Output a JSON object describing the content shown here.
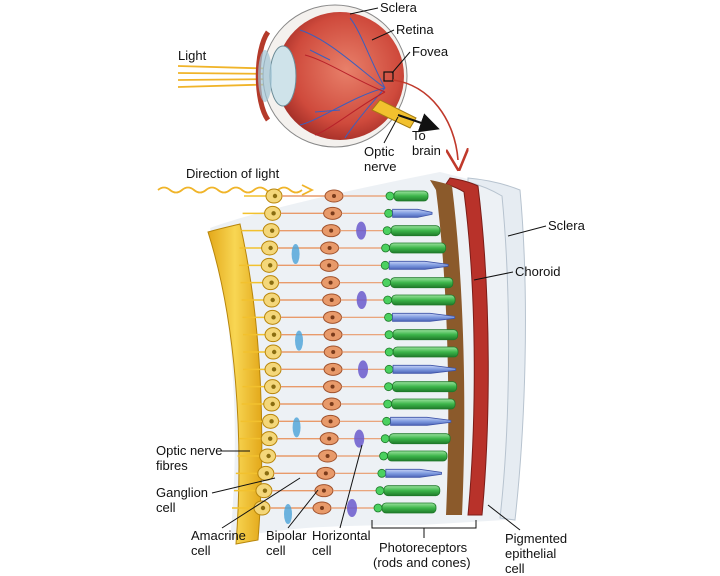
{
  "labels": {
    "sclera_top": "Sclera",
    "retina": "Retina",
    "fovea": "Fovea",
    "light": "Light",
    "to": "To",
    "brain": "brain",
    "optic": "Optic",
    "nerve": "nerve",
    "direction_of_light": "Direction of light",
    "sclera": "Sclera",
    "choroid": "Choroid",
    "optic_nerve_fibres_1": "Optic nerve",
    "optic_nerve_fibres_2": "fibres",
    "ganglion_1": "Ganglion",
    "ganglion_2": "cell",
    "amacrine_1": "Amacrine",
    "amacrine_2": "cell",
    "bipolar_1": "Bipolar",
    "bipolar_2": "cell",
    "horizontal_1": "Horizontal",
    "horizontal_2": "cell",
    "photoreceptors_1": "Photoreceptors",
    "photoreceptors_2": "(rods and cones)",
    "pigmented_1": "Pigmented",
    "pigmented_2": "epithelial",
    "pigmented_3": "cell"
  },
  "colors": {
    "sclera": "#e8eef4",
    "choroid": "#c0392b",
    "pigment": "#8b5a2b",
    "rod": "#3cb54a",
    "cone": "#7f9be0",
    "fibre": "#f2c12e",
    "ganglion": "#f4d77a",
    "bipolar": "#e89a6a",
    "horizontal": "#6a5acd",
    "amacrine": "#4aa3d8",
    "eye_red": "#d4584a",
    "light_ray": "#f0b429",
    "arrow_red": "#c0392b"
  }
}
